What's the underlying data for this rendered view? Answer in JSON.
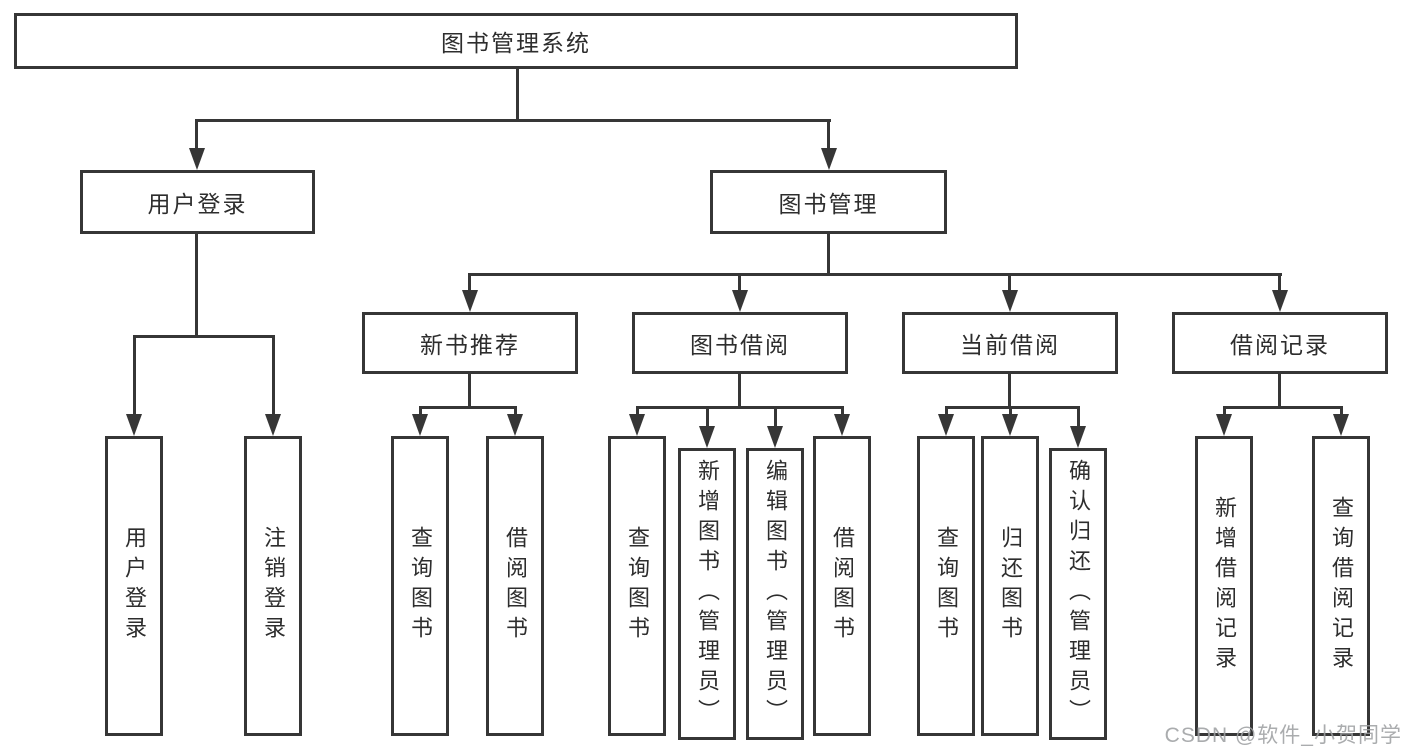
{
  "colors": {
    "line": "#363636",
    "text": "#2d2d2d",
    "background": "#ffffff",
    "watermark": "#9ea0a3"
  },
  "nodes": {
    "root": "图书管理系统",
    "user_login": "用户登录",
    "book_mgmt": "图书管理",
    "new_book": "新书推荐",
    "book_borrow": "图书借阅",
    "current_borrow": "当前借阅",
    "borrow_record": "借阅记录",
    "leaves": {
      "user_login_1": "用户登录",
      "user_login_2": "注销登录",
      "new_book_1": "查询图书",
      "new_book_2": "借阅图书",
      "book_borrow_1": "查询图书",
      "book_borrow_2": "新增图书（管理员）",
      "book_borrow_3": "编辑图书（管理员）",
      "book_borrow_4": "借阅图书",
      "current_borrow_1": "查询图书",
      "current_borrow_2": "归还图书",
      "current_borrow_3": "确认归还（管理员）",
      "borrow_record_1": "新增借阅记录",
      "borrow_record_2": "查询借阅记录"
    }
  },
  "watermark": "CSDN @软件_小贺同学"
}
